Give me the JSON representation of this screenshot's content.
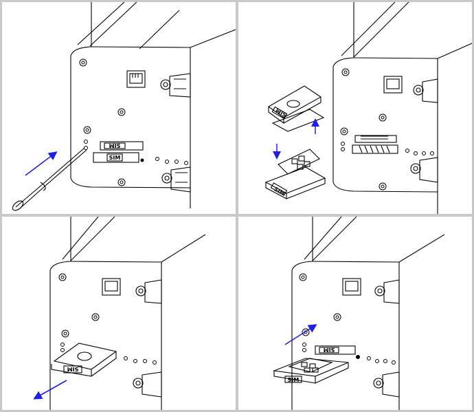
{
  "labels": {
    "sim_primary": "SIM",
    "sim_mirrored": "SIM"
  },
  "colors": {
    "line": "#000000",
    "arrow": "#1f1fe0",
    "divider": "#c8c8c8",
    "background": "#ffffff"
  },
  "steps": [
    {
      "id": 1,
      "action": "press eject button with screwdriver tip",
      "arrow": "arrow-up-right"
    },
    {
      "id": 2,
      "action": "lift tray cover, place card, close cover",
      "arrow": "arrow-up and arrow-down"
    },
    {
      "id": 3,
      "action": "pull tray out",
      "arrow": "arrow-down-left"
    },
    {
      "id": 4,
      "action": "push tray back in",
      "arrow": "arrow-up-right"
    }
  ]
}
